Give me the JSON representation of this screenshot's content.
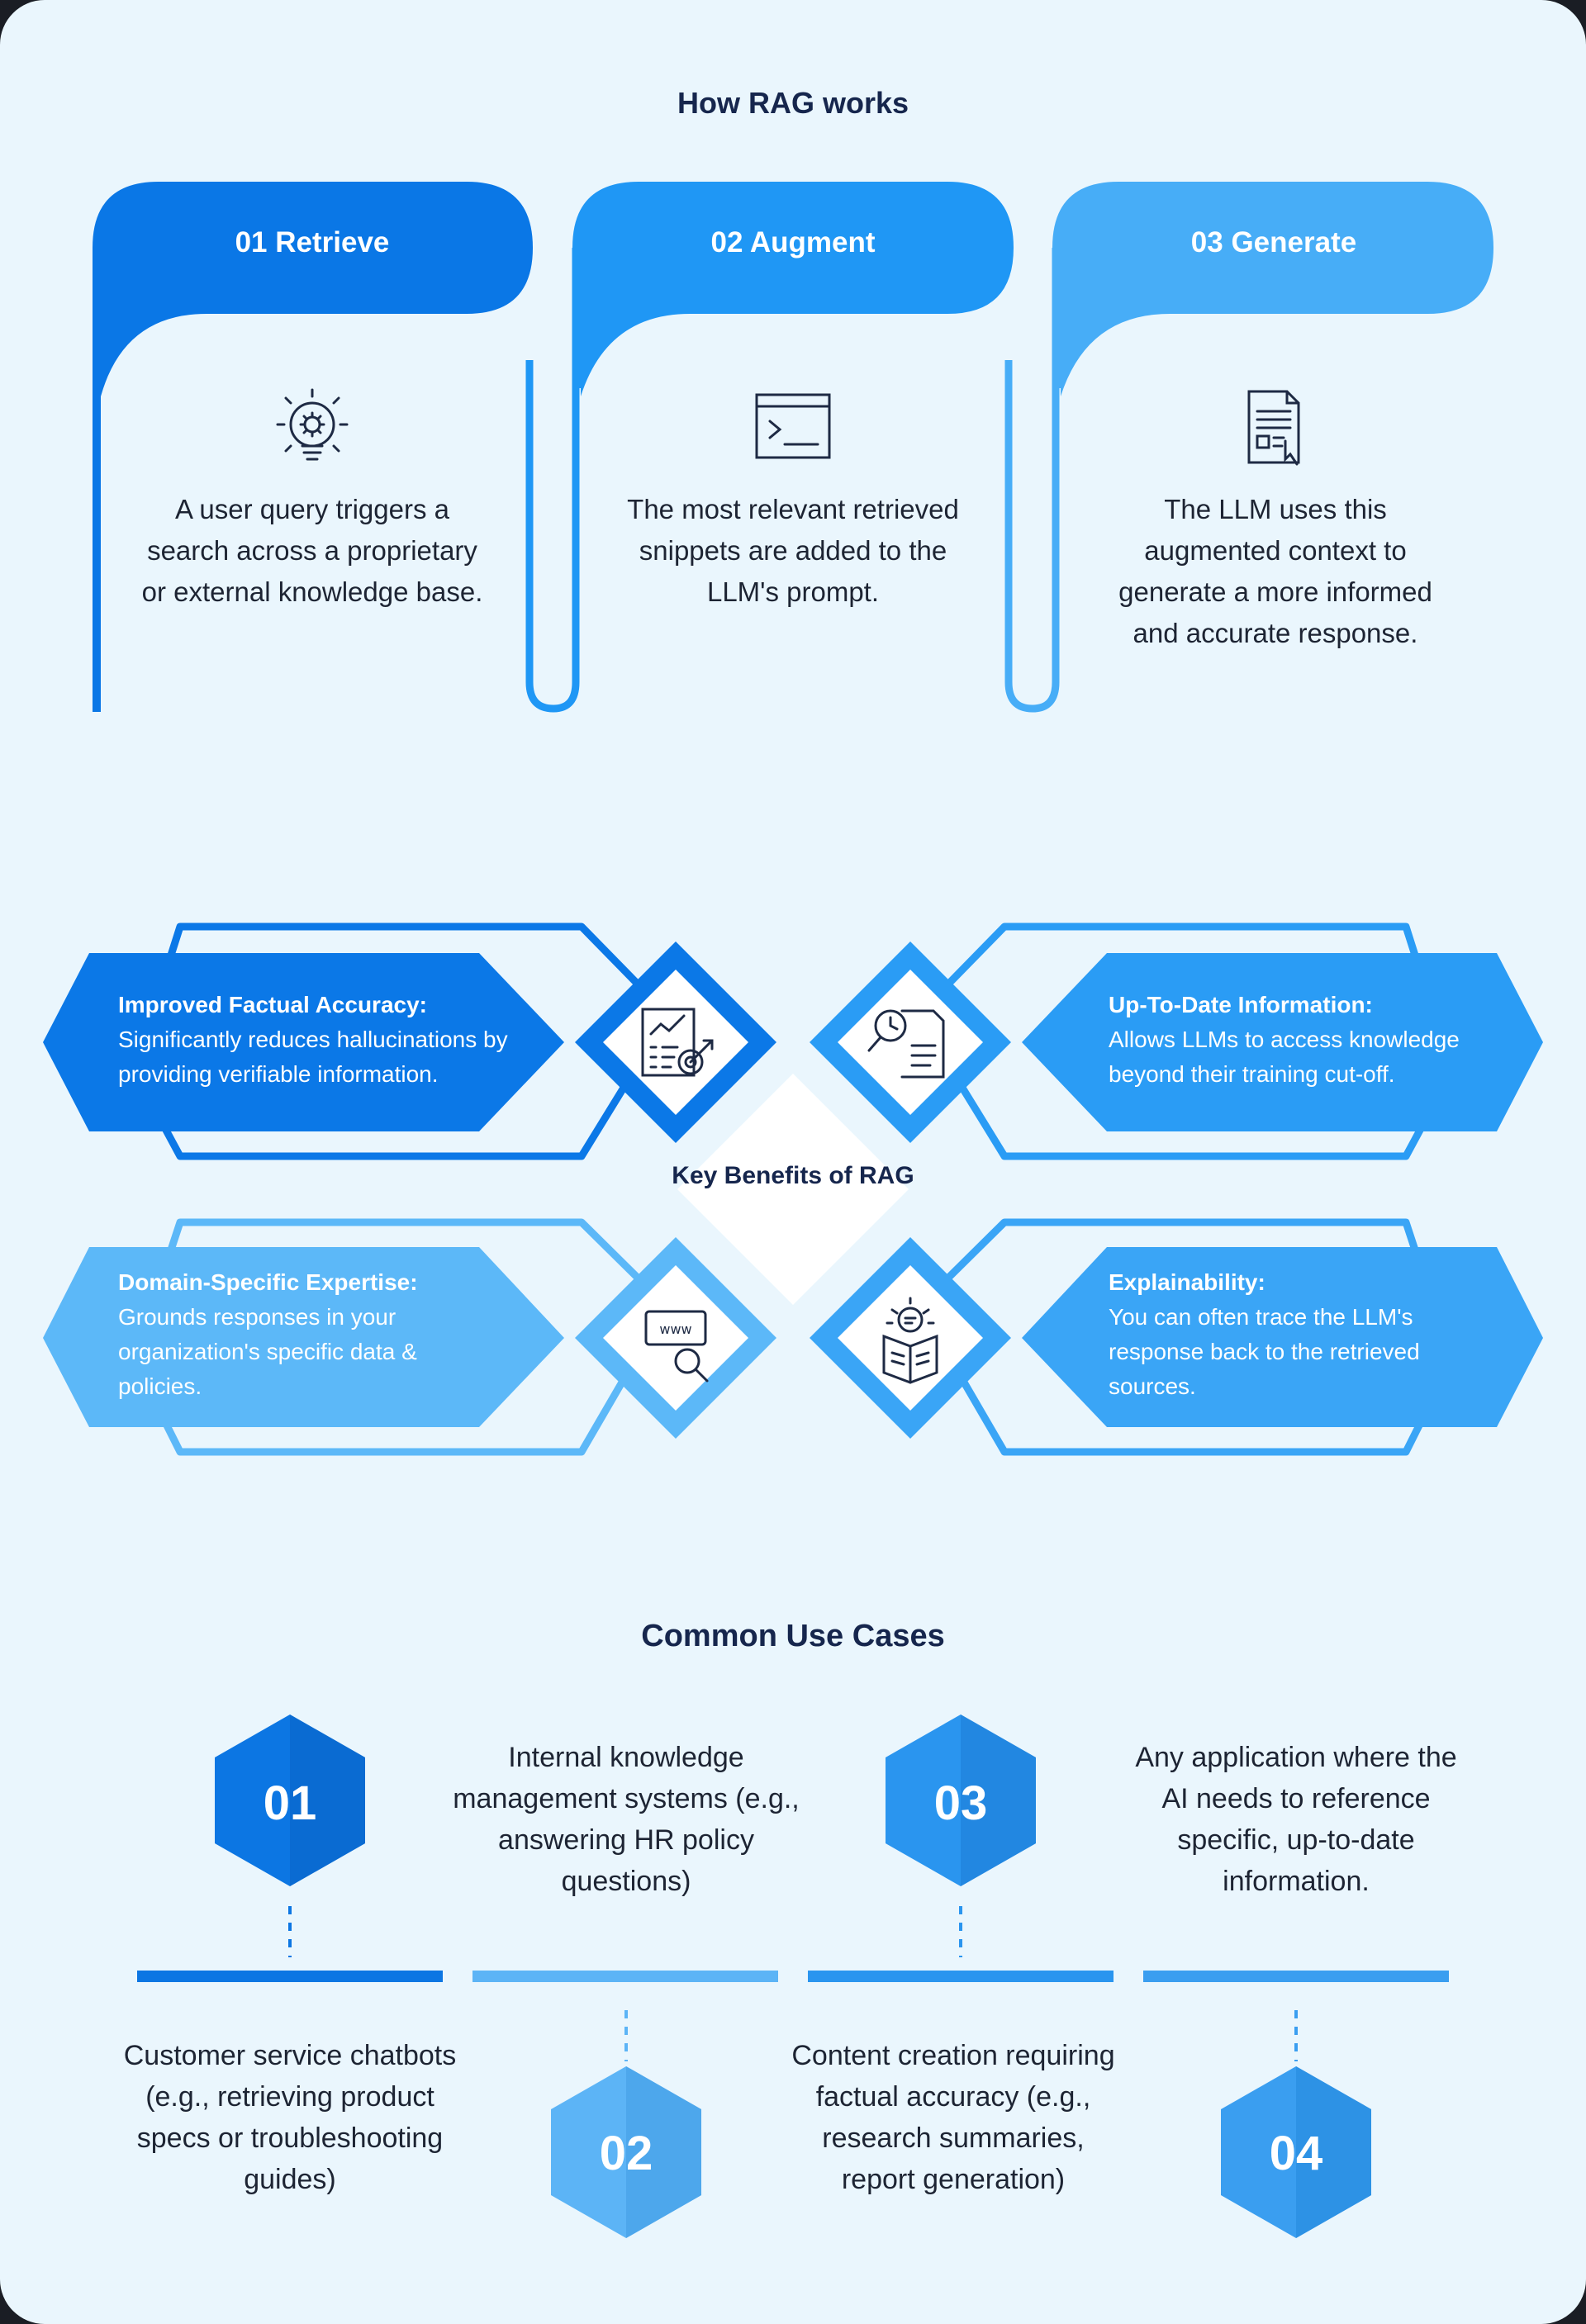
{
  "how_title": "How RAG works",
  "steps": [
    {
      "label": "01 Retrieve",
      "icon": "lightbulb-gear-icon",
      "color": "#0a77e6",
      "text": "A user query triggers a search across a proprietary or external knowledge base."
    },
    {
      "label": "02 Augment",
      "icon": "terminal-window-icon",
      "color": "#1f97f5",
      "text": "The most relevant retrieved snippets are added to the LLM's prompt."
    },
    {
      "label": "03 Generate",
      "icon": "document-cursor-icon",
      "color": "#47adf7",
      "text": "The LLM uses this augmented context to generate a more informed and accurate response."
    }
  ],
  "benefits_center": "Key Benefits of RAG",
  "benefits": [
    {
      "title": "Improved Factual Accuracy:",
      "text": "Significantly reduces hallucinations by providing verifiable information.",
      "icon": "chart-target-icon",
      "color": "#0b78e7"
    },
    {
      "title": "Up-To-Date Information:",
      "text": "Allows LLMs to access knowledge beyond their training cut-off.",
      "icon": "search-document-icon",
      "color": "#2a9cf5"
    },
    {
      "title": "Domain-Specific Expertise:",
      "text": "Grounds responses in your organization's specific data & policies.",
      "icon": "web-search-icon",
      "color": "#5cb8f8"
    },
    {
      "title": "Explainability:",
      "text": "You can often trace the LLM's response back to the retrieved sources.",
      "icon": "idea-book-icon",
      "color": "#3aa5f6"
    }
  ],
  "use_cases_title": "Common Use Cases",
  "use_cases": [
    {
      "num": "01",
      "text": "Customer service chatbots (e.g., retrieving product specs or troubleshooting guides)",
      "color": "#0c76e3"
    },
    {
      "num": "02",
      "text": "Internal knowledge management systems (e.g., answering HR policy questions)",
      "color": "#5cb4f6"
    },
    {
      "num": "03",
      "text": "Content creation requiring factual accuracy (e.g., research summaries, report generation)",
      "color": "#2a95ef"
    },
    {
      "num": "04",
      "text": "Any application where the AI needs to reference specific, up-to-date information.",
      "color": "#3a9ef0"
    }
  ]
}
